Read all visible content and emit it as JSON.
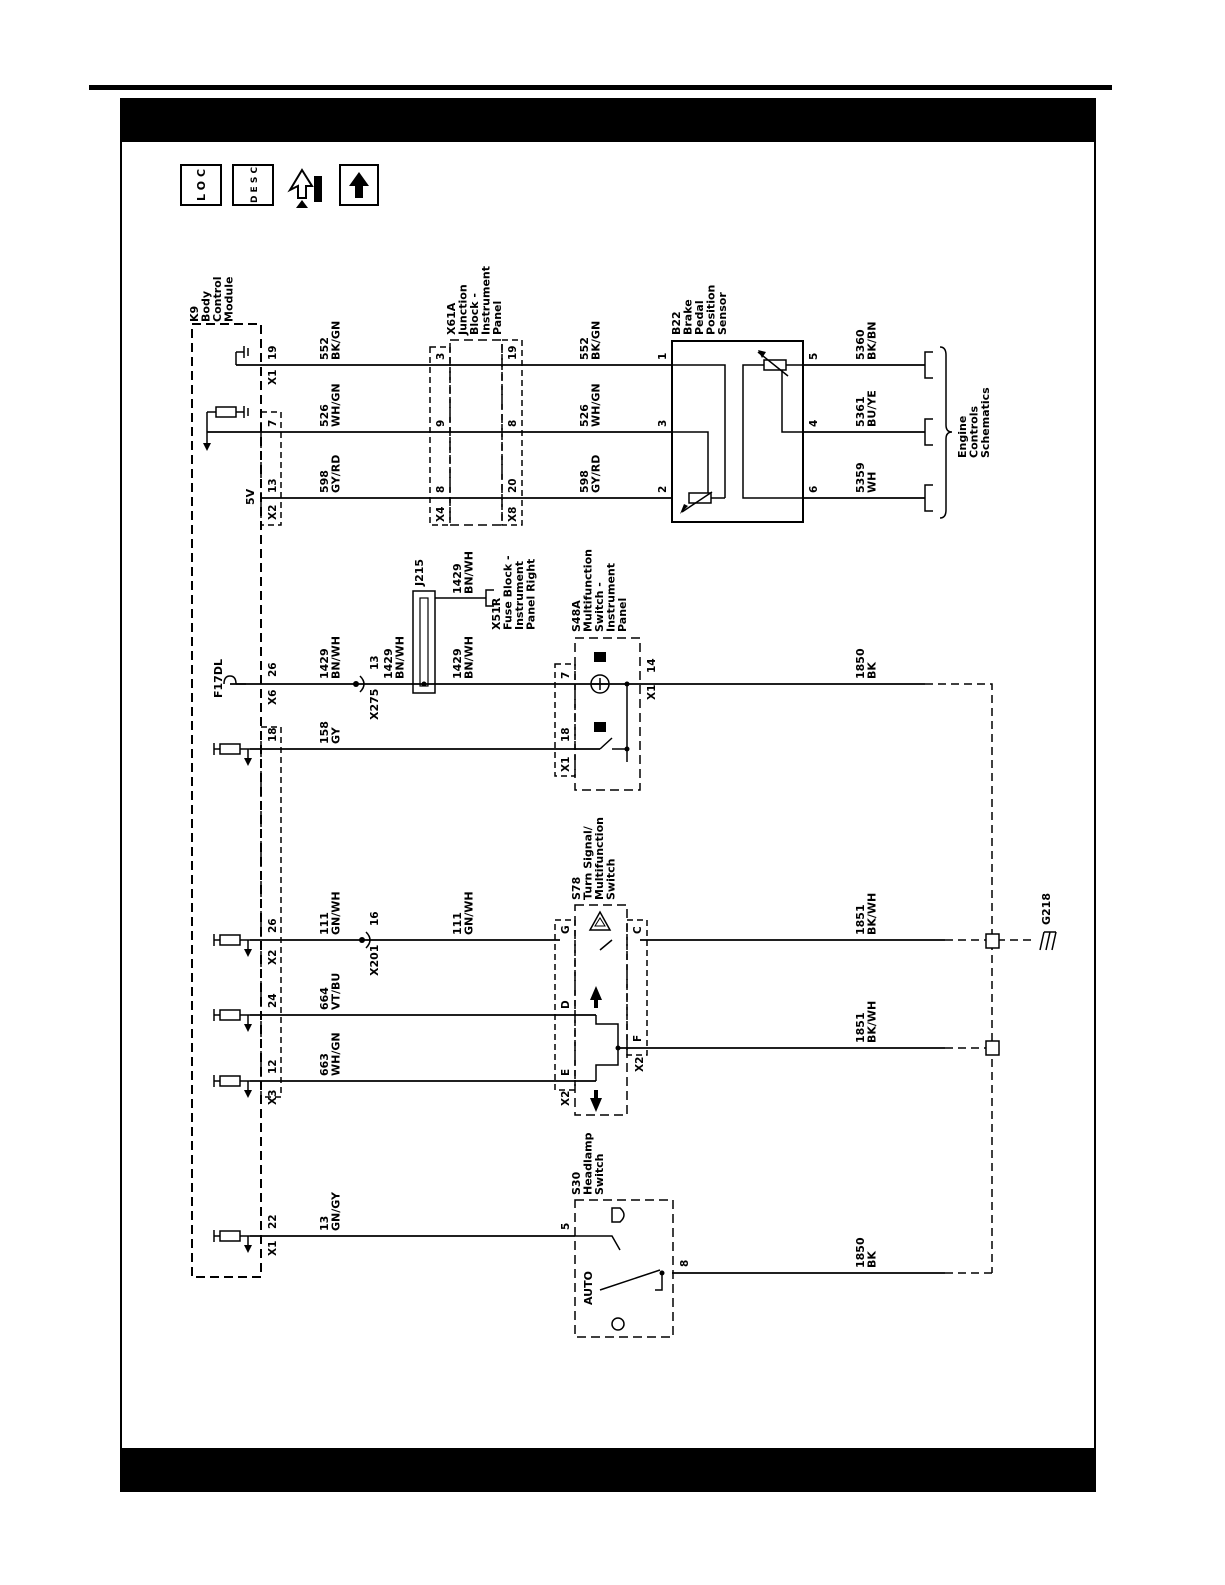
{
  "nav_icons": [
    {
      "name": "loc-icon",
      "label": "L O C"
    },
    {
      "name": "desc-icon",
      "label": "D E S C"
    },
    {
      "name": "repair-info-icon",
      "label": ""
    },
    {
      "name": "up-arrow-icon",
      "label": ""
    }
  ],
  "components": {
    "k9": "K9\nBody\nControl\nModule",
    "x61a": "X61A\nJunction\nBlock -\nInstrument\nPanel",
    "b22": "B22\nBrake\nPedal\nPosition\nSensor",
    "x51r": "X51R\nFuse Block -\nInstrument\nPanel Right",
    "s48a": "S48A\nMultifunction\nSwitch -\nInstrument\nPanel",
    "s78": "S78\nTurn Signal/\nMultifunction\nSwitch",
    "s30": "S30\nHeadlamp\nSwitch",
    "engine": "Engine\nControls\nSchematics",
    "f17dl": "F17DL",
    "j215": "J215",
    "g218": "G218",
    "x275": "X275",
    "x201": "X201",
    "five_v": "5V",
    "auto": "AUTO"
  },
  "connector_labels": {
    "x1_a": "X1",
    "x2_a": "X2",
    "x4": "X4",
    "x8": "X8",
    "x6": "X6",
    "x1_s48_left": "X1",
    "x1_s48_right": "X1",
    "x2_b": "X2",
    "x3": "X3",
    "x2_s78_left": "X2",
    "x2_s78_right": "X2",
    "x1_c": "X1"
  },
  "pins": {
    "k9_19": "19",
    "k9_7": "7",
    "k9_13": "13",
    "x4_3": "3",
    "x4_9": "9",
    "x4_8": "8",
    "x8_19": "19",
    "x8_8": "8",
    "x8_20": "20",
    "b22_1": "1",
    "b22_3": "3",
    "b22_2": "2",
    "b22_5": "5",
    "b22_4": "4",
    "b22_6": "6",
    "k9_26a": "26",
    "k9_18": "18",
    "x275_13": "13",
    "s48_7": "7",
    "s48_18": "18",
    "s48_14": "14",
    "k9_26b": "26",
    "k9_24": "24",
    "k9_12": "12",
    "x201_16": "16",
    "s78_g": "G",
    "s78_d": "D",
    "s78_e": "E",
    "s78_c": "C",
    "s78_f": "F",
    "k9_22": "22",
    "s30_5": "5",
    "s30_8": "8"
  },
  "wires": {
    "w552a": "552\nBK/GN",
    "w526a": "526\nWH/GN",
    "w598a": "598\nGY/RD",
    "w552b": "552\nBK/GN",
    "w526b": "526\nWH/GN",
    "w598b": "598\nGY/RD",
    "w5360": "5360\nBK/BN",
    "w5361": "5361\nBU/YE",
    "w5359": "5359\nWH",
    "w1429a": "1429\nBN/WH",
    "w1429b": "1429\nBN/WH",
    "w1429c": "1429\nBN/WH",
    "w1429d": "1429\nBN/WH",
    "w158": "158\nGY",
    "w1850a": "1850\nBK",
    "w111a": "111\nGN/WH",
    "w111b": "111\nGN/WH",
    "w1851a": "1851\nBK/WH",
    "w1851b": "1851\nBK/WH",
    "w664": "664\nVT/BU",
    "w663": "663\nWH/GN",
    "w13": "13\nGN/GY",
    "w1850b": "1850\nBK"
  },
  "colors": {
    "ink": "#000000",
    "paper": "#ffffff"
  }
}
